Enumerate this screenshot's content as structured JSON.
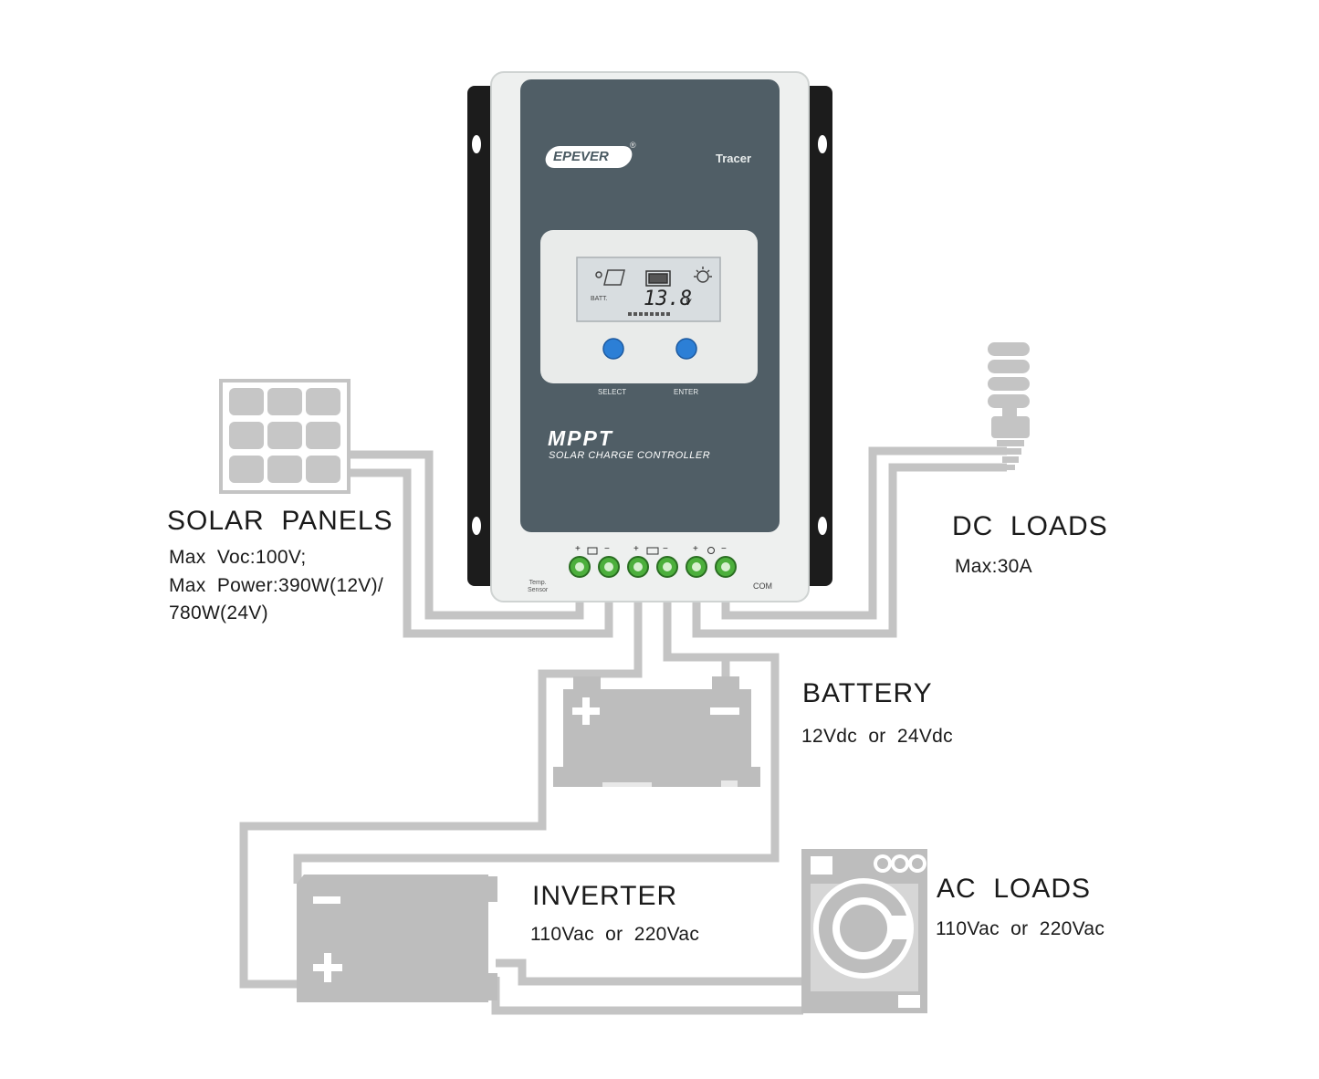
{
  "controller": {
    "brand": "EPEVER",
    "brand_mark": "®",
    "model": "Tracer",
    "lcd_value": "13.8",
    "lcd_unit": "V",
    "lcd_batt_label": "BATT.",
    "buttons": [
      {
        "label": "SELECT"
      },
      {
        "label": "ENTER"
      }
    ],
    "product_name": "MPPT",
    "product_subtitle": "SOLAR CHARGE CONTROLLER",
    "temp_sensor_label": "Temp.\nSensor",
    "com_label": "COM",
    "terminal_signs": [
      "+",
      "−",
      "+",
      "−",
      "+",
      "−"
    ]
  },
  "solar": {
    "title": "SOLAR  PANELS",
    "spec_line1": "Max  Voc:100V;",
    "spec_line2": "Max  Power:390W(12V)/",
    "spec_line3": "780W(24V)"
  },
  "dc_loads": {
    "title": "DC  LOADS",
    "spec": "Max:30A"
  },
  "battery": {
    "title": "BATTERY",
    "spec": "12Vdc  or  24Vdc"
  },
  "inverter": {
    "title": "INVERTER",
    "spec": "110Vac  or  220Vac"
  },
  "ac_loads": {
    "title": "AC  LOADS",
    "spec": "110Vac  or  220Vac"
  },
  "colors": {
    "wire": "#c4c4c4",
    "device_gray": "#bdbdbd",
    "panel_dark": "#505e66",
    "housing": "#eef0ef",
    "bracket": "#1c1c1c",
    "lcd": "#d8dde0",
    "button_blue": "#2c7fd6",
    "terminal_green": "#4caf3c"
  },
  "icons": [
    "solar-panel-icon",
    "light-bulb-icon",
    "battery-icon",
    "inverter-icon",
    "washing-machine-icon"
  ]
}
